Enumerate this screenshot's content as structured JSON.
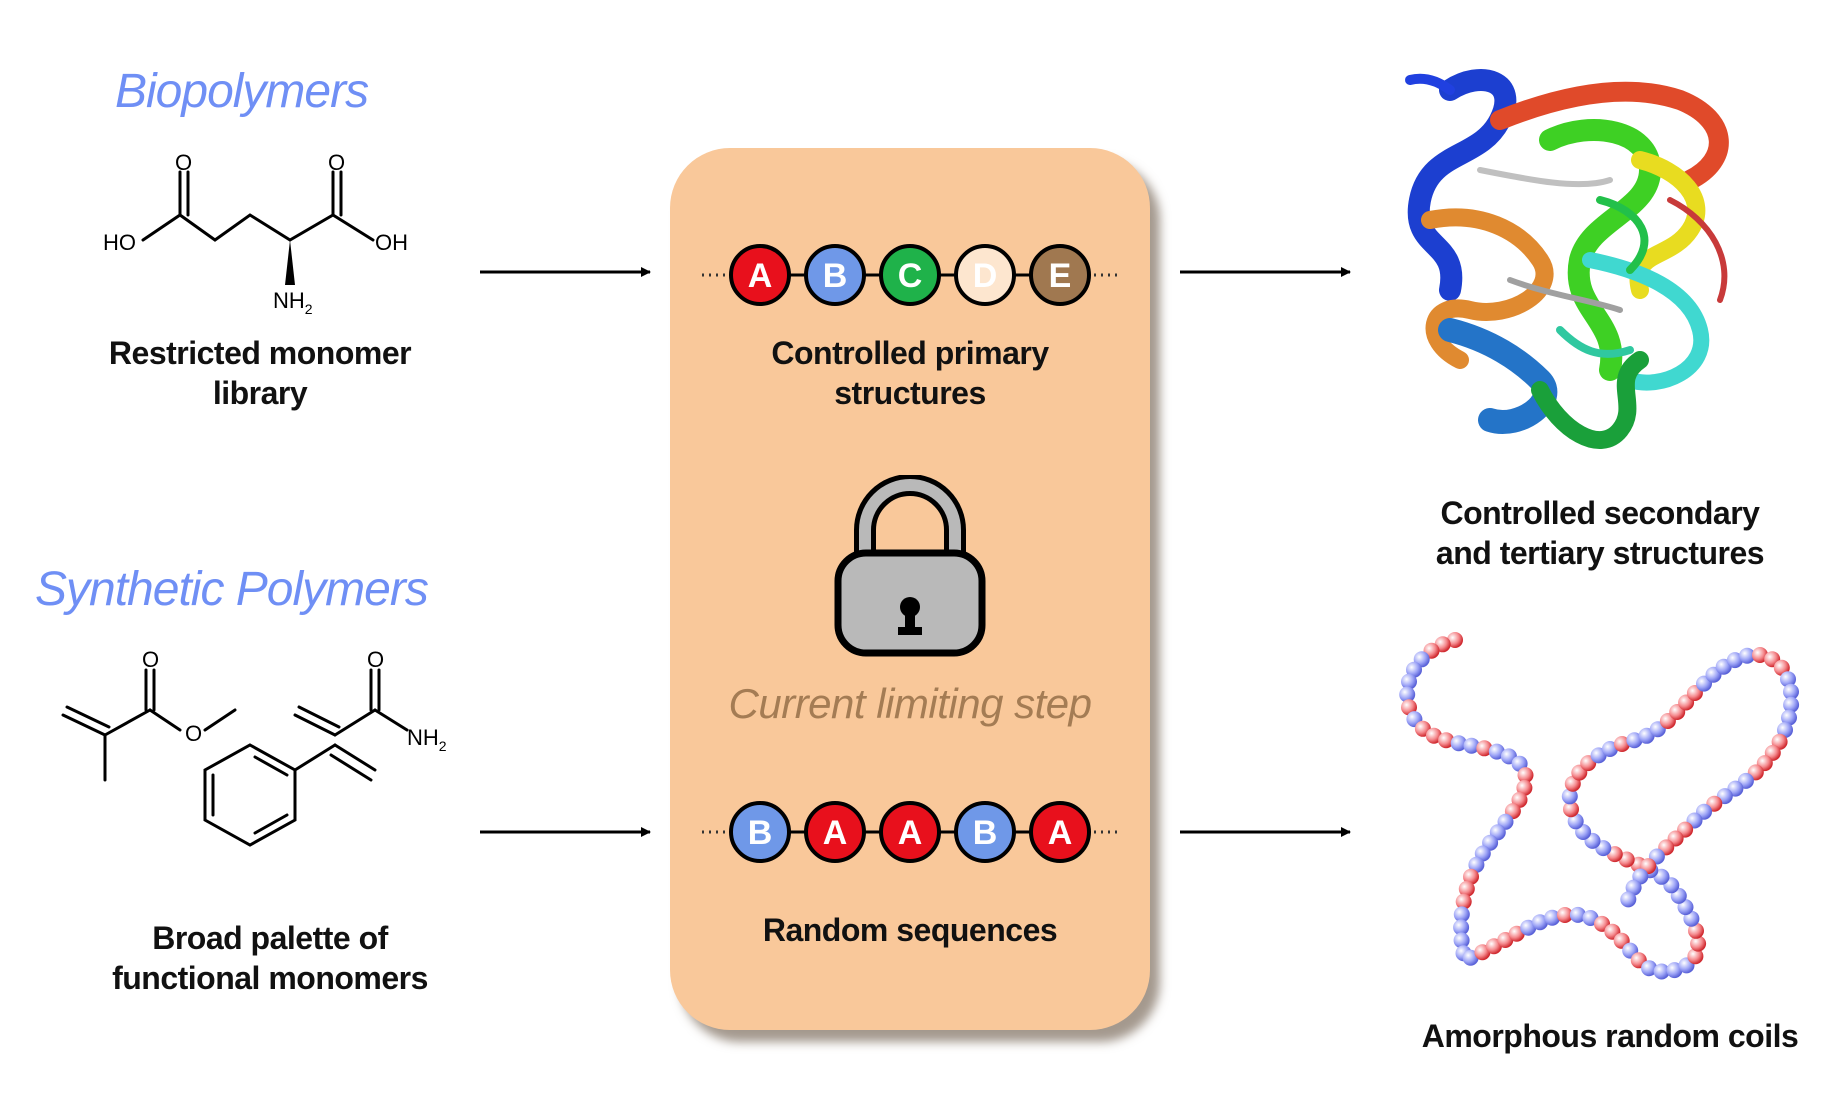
{
  "left": {
    "biopolymers_title": "Biopolymers",
    "synthetic_title": "Synthetic Polymers",
    "glutamic_atoms": {
      "o_left": "O",
      "o_right": "O",
      "ho": "HO",
      "oh": "OH",
      "nh2": "NH",
      "sub2": "2"
    },
    "synthetic_atoms": {
      "o_carbonyl1": "O",
      "o_ester": "O",
      "o_carbonyl2": "O",
      "nh2": "NH",
      "sub2": "2"
    },
    "bio_label": [
      "Restricted monomer",
      "library"
    ],
    "syn_label": [
      "Broad palette of",
      "functional monomers"
    ]
  },
  "center": {
    "controlled_chain": [
      {
        "letter": "A",
        "color": "#e8101c",
        "text_color": "#ffffff"
      },
      {
        "letter": "B",
        "color": "#6f98e8",
        "text_color": "#ffffff"
      },
      {
        "letter": "C",
        "color": "#1fb24a",
        "text_color": "#ffffff"
      },
      {
        "letter": "D",
        "color": "#fde6cf",
        "text_color": "#ffffff"
      },
      {
        "letter": "E",
        "color": "#a07850",
        "text_color": "#ffffff"
      }
    ],
    "controlled_label": [
      "Controlled primary",
      "structures"
    ],
    "lock_icon": "padlock-icon",
    "limiting_text": "Current limiting step",
    "random_chain": [
      {
        "letter": "B",
        "color": "#6f98e8",
        "text_color": "#ffffff"
      },
      {
        "letter": "A",
        "color": "#e8101c",
        "text_color": "#ffffff"
      },
      {
        "letter": "A",
        "color": "#e8101c",
        "text_color": "#ffffff"
      },
      {
        "letter": "B",
        "color": "#6f98e8",
        "text_color": "#ffffff"
      },
      {
        "letter": "A",
        "color": "#e8101c",
        "text_color": "#ffffff"
      }
    ],
    "random_label": "Random sequences"
  },
  "right": {
    "protein_image": "protein-ribbon-structure",
    "protein_label": [
      "Controlled secondary",
      "and tertiary structures"
    ],
    "coil_image": "random-coil-chain",
    "coil_label": "Amorphous random coils"
  },
  "colors": {
    "heading_blue": "#6f8ff5",
    "panel_fill": "#f9c89a",
    "limiting_text": "#a47c54",
    "coil_red": "#f2494f",
    "coil_blue": "#7c84ee"
  }
}
